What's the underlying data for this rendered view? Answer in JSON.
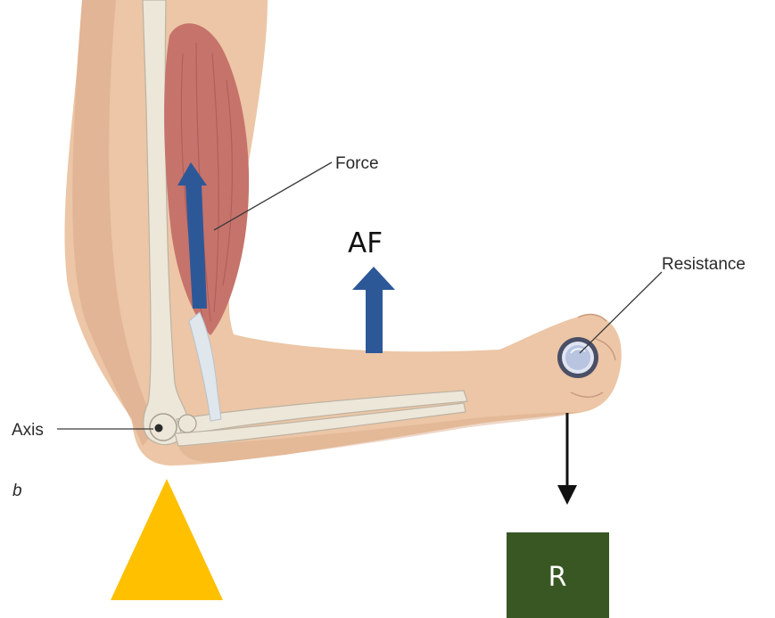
{
  "labels": {
    "force": "Force",
    "resistance": "Resistance",
    "axis": "Axis",
    "panel_letter": "b",
    "applied_force": "AF",
    "resistance_box": "R"
  },
  "colors": {
    "skin": "#ecc6a6",
    "skin_shadow": "#d9a887",
    "bone": "#ede7da",
    "bone_shadow": "#c9c0ae",
    "muscle": "#c6736b",
    "muscle_dark": "#a2534f",
    "tendon": "#dfe6ec",
    "blue_arrow": "#2d5898",
    "fulcrum": "#ffc000",
    "resistance_box": "#385723",
    "black_arrow": "#111111",
    "leader_line": "#3a3a3a",
    "weight_ring": "#4a4f66",
    "weight_face": "#b8c4e0"
  },
  "icons": {
    "fulcrum": "triangle-fulcrum-icon",
    "force_arrow": "up-arrow-icon",
    "applied_force_arrow": "up-arrow-icon",
    "resistance_arrow": "down-arrow-icon",
    "weight": "disc-weight-icon"
  }
}
